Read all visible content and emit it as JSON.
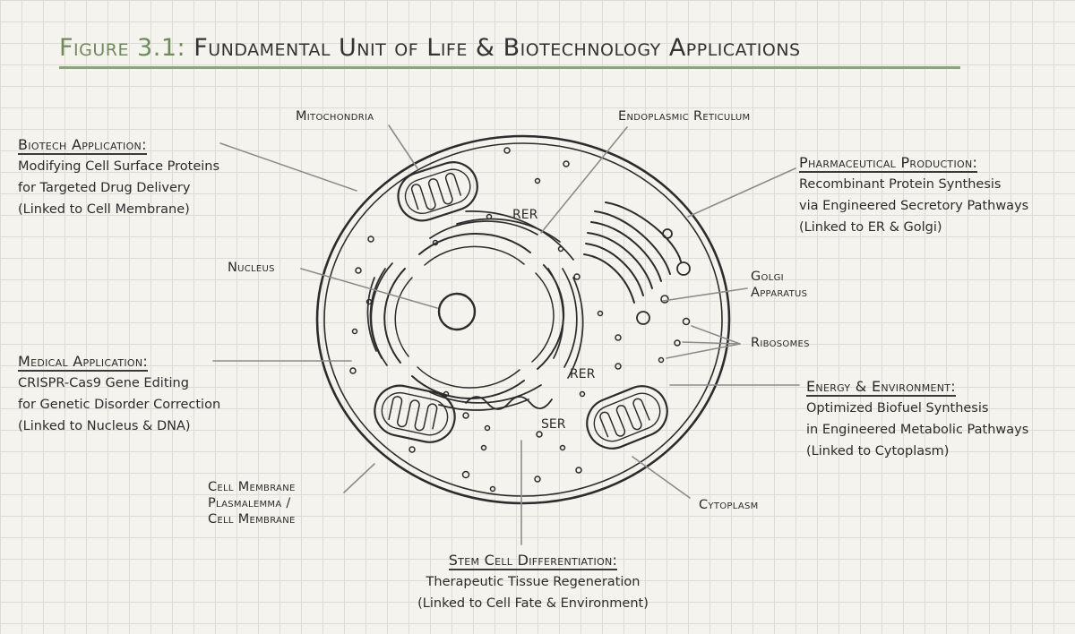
{
  "title": {
    "prefix": "Figure 3.1:",
    "text": "Fundamental Unit of Life & Biotechnology Applications"
  },
  "labels": {
    "mitochondria": "Mitochondria",
    "er": "Endoplasmic Reticulum",
    "nucleus": "Nucleus",
    "golgi_line1": "Golgi",
    "golgi_line2": "Apparatus",
    "ribosomes": "Ribosomes",
    "cytoplasm": "Cytoplasm",
    "membrane_line1": "Cell Membrane",
    "membrane_line2": "Plasmalemma /",
    "membrane_line3": "Cell Membrane",
    "rer_top": "RER",
    "rer_bottom": "RER",
    "ser": "SER"
  },
  "applications": {
    "biotech": {
      "heading": "Biotech Application:",
      "lines": [
        "Modifying Cell Surface Proteins",
        "for Targeted Drug Delivery",
        "(Linked to Cell Membrane)"
      ]
    },
    "pharma": {
      "heading": "Pharmaceutical Production:",
      "lines": [
        "Recombinant Protein Synthesis",
        "via Engineered Secretory Pathways",
        "(Linked to ER & Golgi)"
      ]
    },
    "medical": {
      "heading": "Medical Application:",
      "lines": [
        "CRISPR-Cas9 Gene Editing",
        "for Genetic Disorder Correction",
        "(Linked to Nucleus & DNA)"
      ]
    },
    "energy": {
      "heading": "Energy & Environment:",
      "lines": [
        "Optimized Biofuel Synthesis",
        "in Engineered Metabolic Pathways",
        "(Linked to Cytoplasm)"
      ]
    },
    "stem": {
      "heading": "Stem Cell Differentiation:",
      "lines": [
        "Therapeutic Tissue Regeneration",
        "(Linked to Cell Fate & Environment)"
      ]
    }
  },
  "colors": {
    "accent": "#6f8a5c",
    "rule": "#8aa57a",
    "ink": "#2a2a2a",
    "leader": "#8c8c8c",
    "paper": "#f4f3ee",
    "grid": "#dcdcd4"
  }
}
